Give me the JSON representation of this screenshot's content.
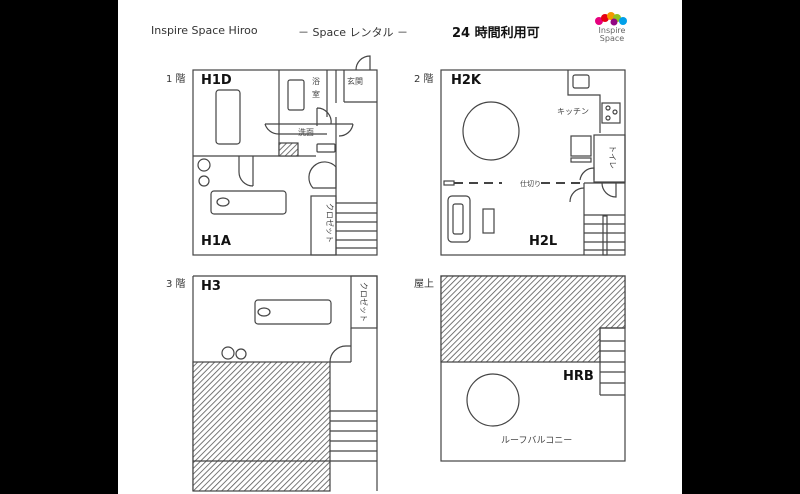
{
  "header": {
    "venue": "Inspire Space Hiroo",
    "subtitle": "－ Space レンタル －",
    "availability": "24 時間利用可",
    "logo_line1": "Inspire",
    "logo_line2": "Space",
    "logo_colors": [
      "#e6007e",
      "#f39800",
      "#8fc31f",
      "#00a0e9",
      "#e60012",
      "#920783"
    ]
  },
  "floors": [
    {
      "label": "1 階",
      "rooms": [
        {
          "id": "H1D",
          "label": "H1D"
        },
        {
          "id": "H1A",
          "label": "H1A"
        }
      ],
      "areas": {
        "bath": [
          "浴",
          "室"
        ],
        "entrance": "玄関",
        "washroom": "洗面",
        "closet": "クロゼット"
      }
    },
    {
      "label": "2 階",
      "rooms": [
        {
          "id": "H2K",
          "label": "H2K"
        },
        {
          "id": "H2L",
          "label": "H2L"
        }
      ],
      "areas": {
        "kitchen": "キッチン",
        "toilet": "トイレ",
        "partition": "仕切り"
      }
    },
    {
      "label": "3 階",
      "rooms": [
        {
          "id": "H3",
          "label": "H3"
        }
      ],
      "areas": {
        "closet": "クロゼット"
      }
    },
    {
      "label": "屋上",
      "rooms": [
        {
          "id": "HRB",
          "label": "HRB"
        }
      ],
      "areas": {
        "roof_balcony": "ルーフバルコニー"
      }
    }
  ]
}
